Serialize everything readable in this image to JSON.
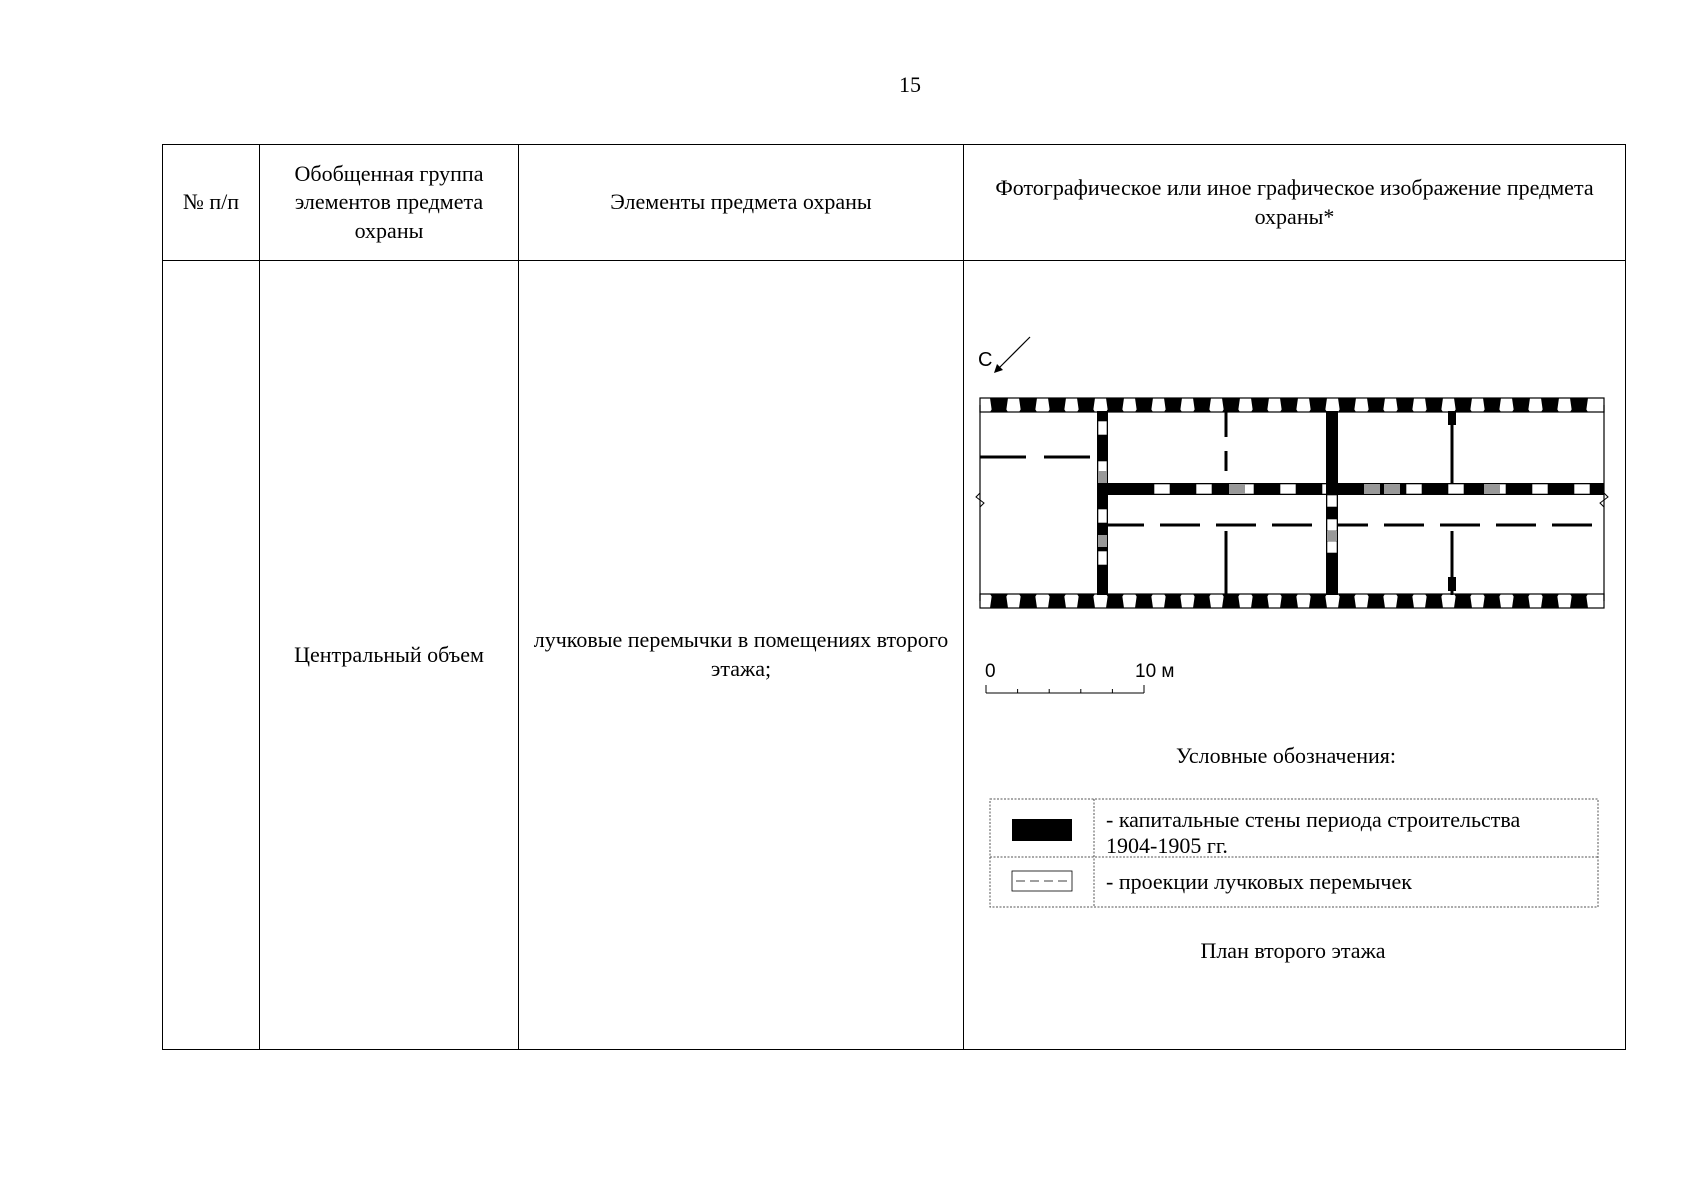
{
  "page": {
    "number": "15"
  },
  "table": {
    "headers": {
      "num": "№ п/п",
      "group": "Обобщенная группа элементов предмета охраны",
      "elements": "Элементы предмета охраны",
      "image": "Фотографическое или иное графическое изображение предмета охраны*"
    },
    "rows": [
      {
        "num": "",
        "group": "Центральный объем",
        "elements": "лучковые перемычки в помещениях второго этажа;"
      }
    ]
  },
  "plan": {
    "north_label": "С",
    "scale_zero": "0",
    "scale_end": "10 м",
    "legend_title": "Условные обозначения:",
    "legend": [
      {
        "line1": "- капитальные стены периода строительства",
        "line2": "1904-1905 гг."
      },
      {
        "line1": "- проекции лучковых перемычек",
        "line2": ""
      }
    ],
    "caption": "План второго этажа"
  }
}
